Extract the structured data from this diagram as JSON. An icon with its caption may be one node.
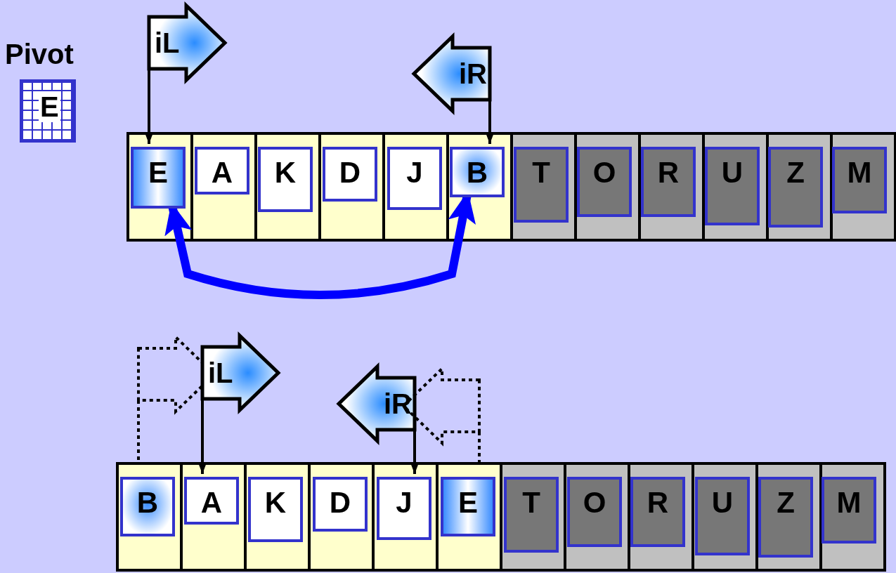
{
  "diagram": {
    "nodes": [
      {
        "text": [
          "Pivot",
          "E"
        ]
      },
      {
        "text": [
          "iL"
        ]
      },
      {
        "text": [
          "iR"
        ]
      },
      {
        "text": [],
        "shape": "box"
      },
      {
        "text": [
          "E"
        ],
        "in": 3
      },
      {
        "text": [
          "A"
        ],
        "in": 3
      },
      {
        "text": [
          "K"
        ],
        "in": 3
      },
      {
        "text": [
          "D"
        ],
        "in": 3
      },
      {
        "text": [
          "J"
        ],
        "in": 3
      },
      {
        "text": [
          "B"
        ],
        "in": 3
      },
      {
        "text": [
          "T"
        ],
        "in": 3
      },
      {
        "text": [
          "O"
        ],
        "in": 3
      },
      {
        "text": [
          "R"
        ],
        "in": 3
      },
      {
        "text": [
          "U"
        ],
        "in": 3
      },
      {
        "text": [
          "Z"
        ],
        "in": 3
      },
      {
        "text": [
          "M"
        ],
        "in": 3
      },
      {
        "text": [],
        "shape": "arrow"
      },
      {
        "text": [
          "iL"
        ]
      },
      {
        "text": [
          "iR"
        ]
      },
      {
        "text": [],
        "shape": "arrow"
      },
      {
        "text": [],
        "shape": "box"
      },
      {
        "text": [
          "B"
        ],
        "in": 20
      },
      {
        "text": [
          "A"
        ],
        "in": 20
      },
      {
        "text": [
          "K"
        ],
        "in": 20
      },
      {
        "text": [
          "D"
        ],
        "in": 20
      },
      {
        "text": [
          "J"
        ],
        "in": 20
      },
      {
        "text": [
          "E"
        ],
        "in": 20
      },
      {
        "text": [
          "T"
        ],
        "in": 20
      },
      {
        "text": [
          "O"
        ],
        "in": 20
      },
      {
        "text": [
          "R"
        ],
        "in": 20
      },
      {
        "text": [
          "U"
        ],
        "in": 20
      },
      {
        "text": [
          "Z"
        ],
        "in": 20
      },
      {
        "text": [
          "M"
        ],
        "in": 20
      }
    ],
    "edges": [
      {
        "from": 1,
        "to": 4,
        "arrow": "to"
      },
      {
        "from": 2,
        "to": 9,
        "arrow": "to"
      },
      {
        "from": 4,
        "to": 9,
        "arrow": "both",
        "style": "thick",
        "color": "#0000ff"
      },
      {
        "from": 16,
        "to": 20,
        "arrow": "none",
        "style": "dashed"
      },
      {
        "from": 17,
        "to": 22,
        "arrow": "to"
      },
      {
        "from": 18,
        "to": 25,
        "arrow": "to"
      },
      {
        "from": 19,
        "to": 20,
        "arrow": "none",
        "style": "dashed"
      }
    ]
  }
}
